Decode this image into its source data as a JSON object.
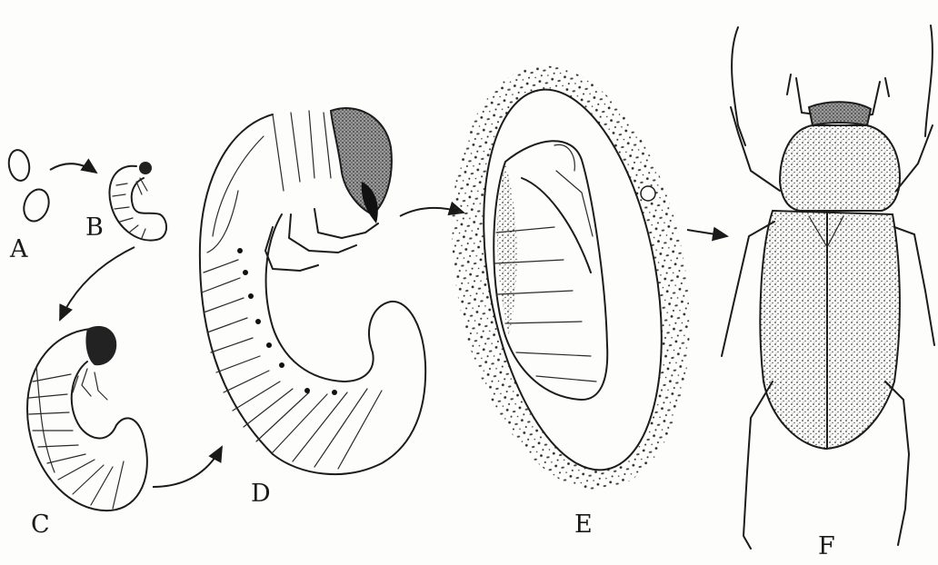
{
  "stages": [
    {
      "id": "eggs",
      "label": "A"
    },
    {
      "id": "first-instar-larva",
      "label": "B"
    },
    {
      "id": "second-instar-larva",
      "label": "C"
    },
    {
      "id": "third-instar-larva",
      "label": "D"
    },
    {
      "id": "pupa-in-cell",
      "label": "E"
    },
    {
      "id": "adult-beetle",
      "label": "F"
    }
  ],
  "colors": {
    "ink": "#1c1c1c",
    "background": "#fdfdfc",
    "stipple": "#3a3a3a"
  }
}
